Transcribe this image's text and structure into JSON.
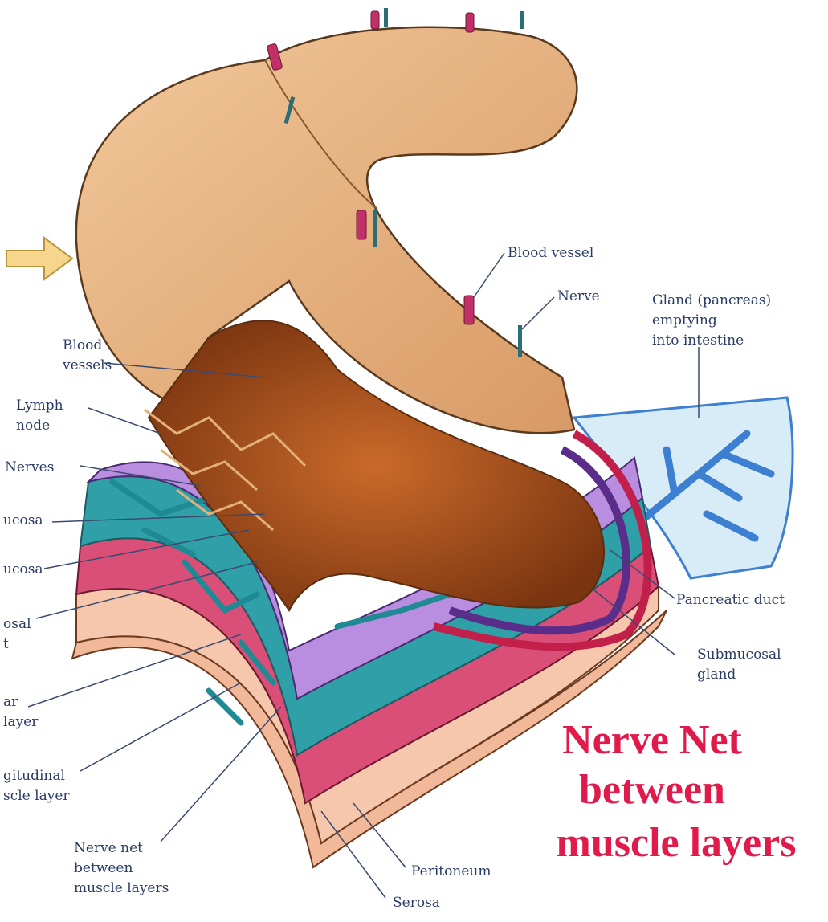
{
  "labels": {
    "blood_vessel": "Blood vessel",
    "nerve": "Nerve",
    "gland": "Gland (pancreas)\nemptying\ninto intestine",
    "blood_vessels": "Blood\nvessels",
    "lymph_node": "Lymph\nnode",
    "nerves": "Nerves",
    "mucosa": "ucosa",
    "submucosa": "ucosa",
    "submucosal_net": "osal\nt",
    "circular_muscle": "ar\nlayer",
    "longitudinal_muscle": "gitudinal\nscle layer",
    "nerve_net": "Nerve net\nbetween\nmuscle layers",
    "pancreatic_duct": "Pancreatic duct",
    "submucosal_gland": "Submucosal\ngland",
    "peritoneum": "Peritoneum",
    "serosa": "Serosa"
  },
  "headline": {
    "line1": "Nerve Net",
    "line2": "between",
    "line3": "muscle layers"
  },
  "colors": {
    "outer_tissue": "#e9b88a",
    "lumen": "#a8521f",
    "submucosa": "#5a2d8a",
    "muscle": "#c2204a",
    "lavender_layer": "#b98ee0",
    "teal_nerve": "#3a9aa6",
    "pink_layer": "#d94f78",
    "peach_layer": "#f1b89a",
    "pancreas": "#3d7fd0",
    "blood_vessel": "#c2306a",
    "nerve_fiber": "#2a6f78",
    "headline": "#e01b4c"
  }
}
